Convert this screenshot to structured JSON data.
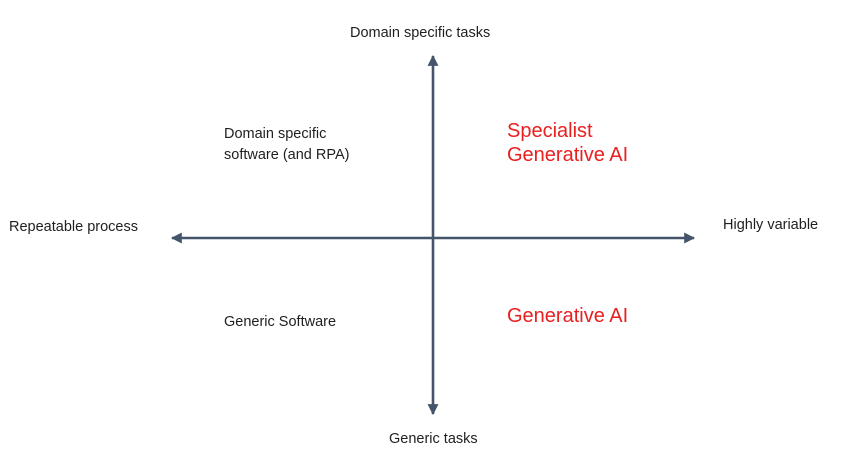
{
  "axes": {
    "top": "Domain specific tasks",
    "bottom": "Generic tasks",
    "left": "Repeatable process",
    "right": "Highly variable"
  },
  "quadrants": {
    "top_left": {
      "lines": [
        "Domain specific",
        "software (and RPA)"
      ]
    },
    "top_right": {
      "lines": [
        "Specialist",
        "Generative AI"
      ]
    },
    "bottom_left": {
      "lines": [
        "Generic Software"
      ]
    },
    "bottom_right": {
      "lines": [
        "Generative AI"
      ]
    }
  },
  "colors": {
    "axis": "#44546a",
    "text": "#1f1f1f",
    "accent": "#e8201f"
  }
}
